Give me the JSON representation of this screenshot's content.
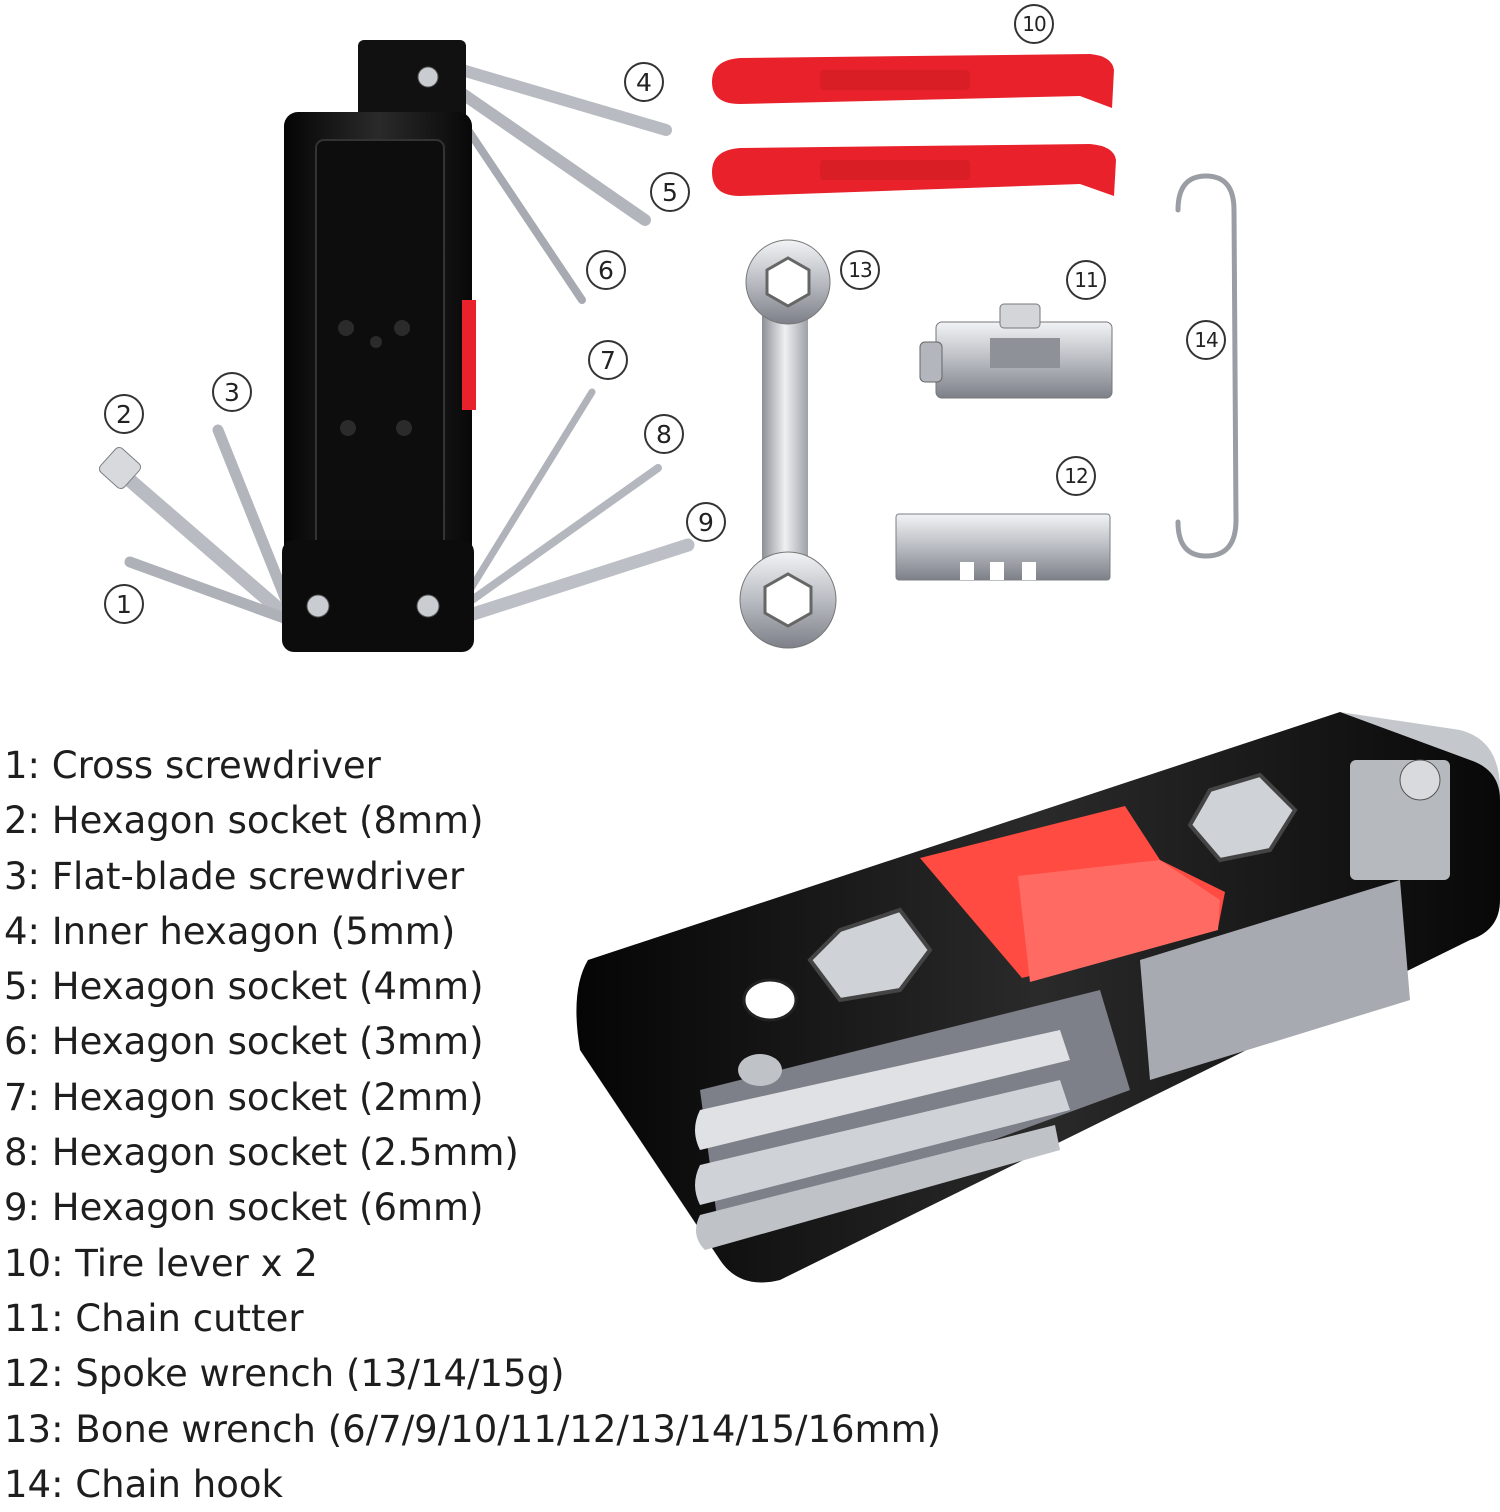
{
  "callouts": {
    "c1": "1",
    "c2": "2",
    "c3": "3",
    "c4": "4",
    "c5": "5",
    "c6": "6",
    "c7": "7",
    "c8": "8",
    "c9": "9",
    "c10": "10",
    "c11": "11",
    "c12": "12",
    "c13": "13",
    "c14": "14"
  },
  "legend": [
    "1: Cross screwdriver",
    "2: Hexagon socket (8mm)",
    "3: Flat-blade screwdriver",
    "4: Inner hexagon (5mm)",
    "5: Hexagon socket (4mm)",
    "6: Hexagon socket (3mm)",
    "7: Hexagon socket (2mm)",
    "8: Hexagon socket (2.5mm)",
    "9: Hexagon socket (6mm)",
    "10: Tire lever x 2",
    "11: Chain cutter",
    "12: Spoke wrench (13/14/15g)",
    "13: Bone wrench (6/7/9/10/11/12/13/14/15/16mm)",
    "14: Chain hook"
  ],
  "colors": {
    "accent_red": "#e8212b",
    "tool_black": "#151515",
    "steel": "#c9ccd1"
  }
}
